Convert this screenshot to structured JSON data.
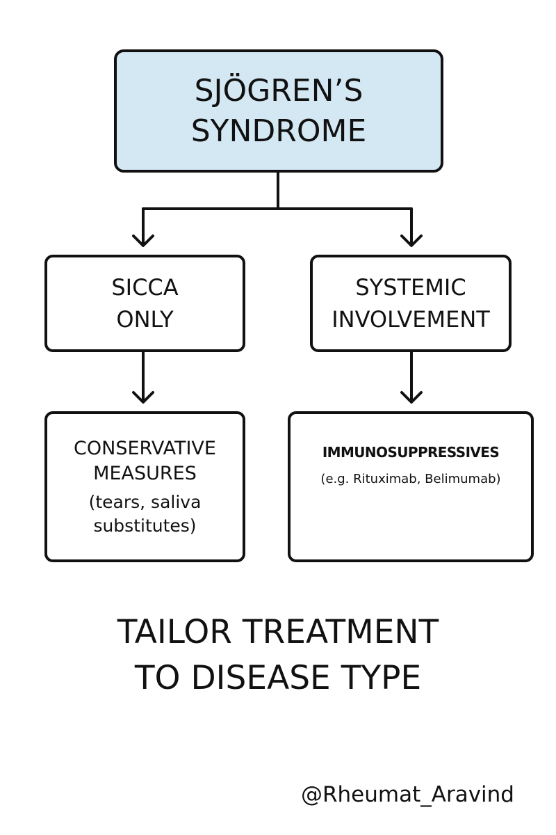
{
  "root": {
    "title_lines": [
      "SJÖGREN’S",
      "SYNDROME"
    ]
  },
  "branches": {
    "left": {
      "label_lines": [
        "SICCA",
        "ONLY"
      ],
      "treatment_lines": [
        "CONSERVATIVE",
        "MEASURES"
      ],
      "detail_lines": [
        "(tears, saliva",
        "substitutes)"
      ]
    },
    "right": {
      "label_lines": [
        "SYSTEMIC",
        "INVOLVEMENT"
      ],
      "treatment_lines": [
        "IMMUNOSUPPRESSIVES"
      ],
      "detail_lines": [
        "(e.g. Rituximab, Belimumab)"
      ]
    }
  },
  "conclusion_lines": [
    "TAILOR TREATMENT",
    "TO DISEASE TYPE"
  ],
  "credit": "@Rheumat_Aravind",
  "colors": {
    "root_fill": "#d4e8f4",
    "stroke": "#111111",
    "background": "#ffffff"
  }
}
